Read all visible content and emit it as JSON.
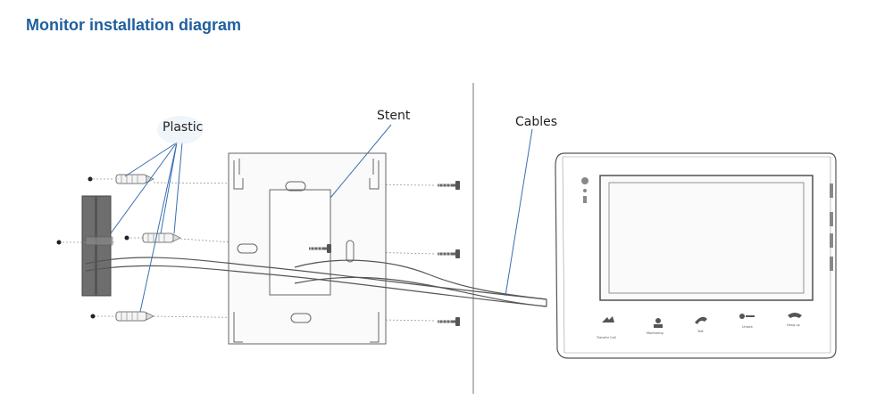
{
  "title": "Monitor installation diagram",
  "labels": {
    "plastic": "Plastic",
    "stent": "Stent",
    "cables": "Cables"
  },
  "monitor_buttons": [
    "Transfer Call",
    "Monitoring",
    "Talk",
    "Unlock",
    "Hang up"
  ],
  "colors": {
    "title": "#1f5f9e",
    "wall_block": "#6e6e6e",
    "line": "#555555",
    "leader": "#3a6fb0"
  }
}
